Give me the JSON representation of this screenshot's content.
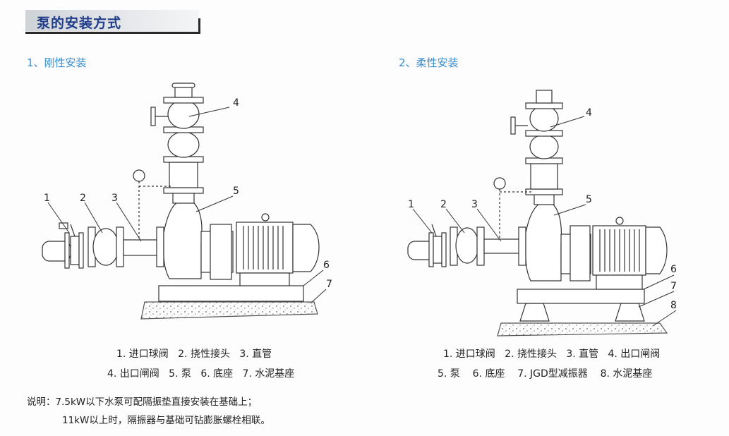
{
  "header": {
    "title": "泵的安装方式"
  },
  "rigid": {
    "subtitle": "1、刚性安装",
    "callouts": [
      "1",
      "2",
      "3",
      "4",
      "5",
      "6",
      "7"
    ],
    "legend_line1": "1. 进口球阀   2. 挠性接头   3. 直管",
    "legend_line2": "4. 出口闸阀   5. 泵   6. 底座   7. 水泥基座"
  },
  "flexible": {
    "subtitle": "2、柔性安装",
    "callouts": [
      "1",
      "2",
      "3",
      "4",
      "5",
      "6",
      "7",
      "8"
    ],
    "legend_line1": "1. 进口球阀   2. 挠性接头   3. 直管   4. 出口闸阀",
    "legend_line2": "5. 泵    6. 底座    7. JGD型减振器    8. 水泥基座"
  },
  "note": {
    "line1": "说明：7.5kW以下水泵可配隔振垫直接安装在基础上；",
    "line2": "11kW以上时，隔振器与基础可钻膨胀螺栓相联。"
  }
}
